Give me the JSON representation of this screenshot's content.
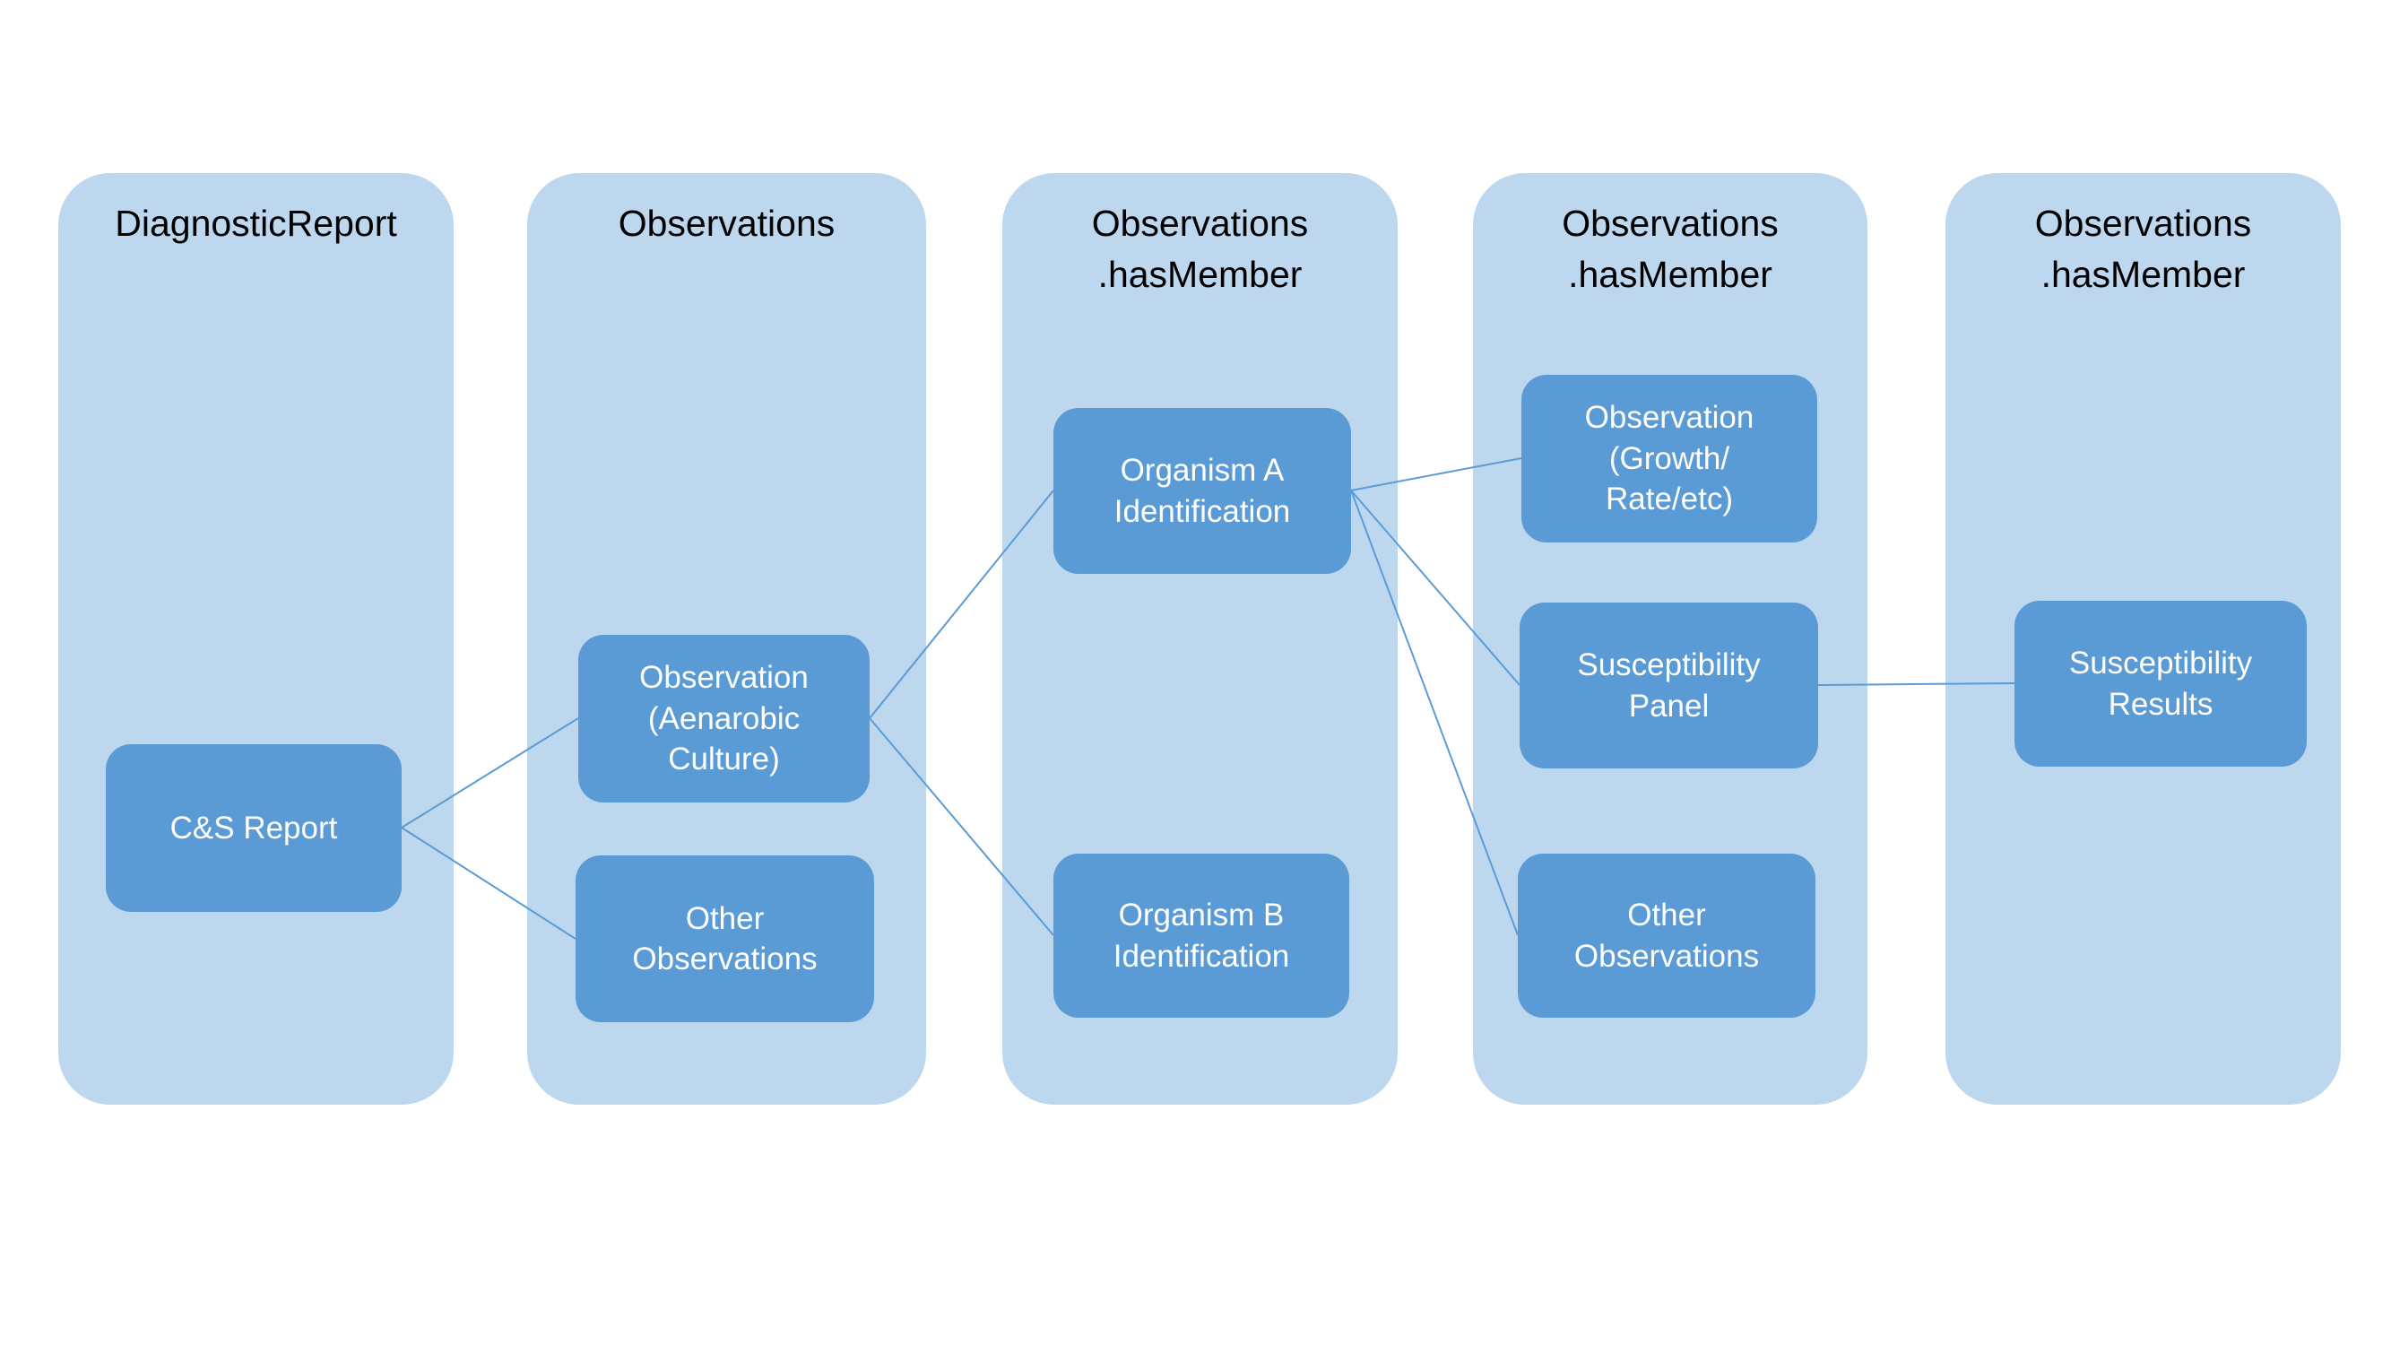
{
  "diagram": {
    "colors": {
      "background": "#FFFFFF",
      "container": "#BDD7EE",
      "box": "#5B9BD5",
      "line": "#5B9BD5",
      "title_text": "#000000",
      "box_text": "#FFFFFF"
    },
    "columns": [
      {
        "id": "diagnostic-report",
        "title": "DiagnosticReport",
        "boxes": [
          {
            "id": "cs-report",
            "label": "C&S Report"
          }
        ]
      },
      {
        "id": "observations",
        "title": "Observations",
        "boxes": [
          {
            "id": "obs-aenarobic-culture",
            "label": "Observation\n(Aenarobic\nCulture)"
          },
          {
            "id": "other-observations-1",
            "label": "Other\nObservations"
          }
        ]
      },
      {
        "id": "observations-hasmember-1",
        "title": "Observations\n.hasMember",
        "boxes": [
          {
            "id": "organism-a-identification",
            "label": "Organism A\nIdentification"
          },
          {
            "id": "organism-b-identification",
            "label": "Organism B\nIdentification"
          }
        ]
      },
      {
        "id": "observations-hasmember-2",
        "title": "Observations\n.hasMember",
        "boxes": [
          {
            "id": "obs-growth-rate",
            "label": "Observation\n(Growth/\nRate/etc)"
          },
          {
            "id": "susceptibility-panel",
            "label": "Susceptibility\nPanel"
          },
          {
            "id": "other-observations-2",
            "label": "Other\nObservations"
          }
        ]
      },
      {
        "id": "observations-hasmember-3",
        "title": "Observations\n.hasMember",
        "boxes": [
          {
            "id": "susceptibility-results",
            "label": "Susceptibility\nResults"
          }
        ]
      }
    ],
    "connections": [
      {
        "from": "cs-report",
        "to": "obs-aenarobic-culture"
      },
      {
        "from": "cs-report",
        "to": "other-observations-1"
      },
      {
        "from": "obs-aenarobic-culture",
        "to": "organism-a-identification"
      },
      {
        "from": "obs-aenarobic-culture",
        "to": "organism-b-identification"
      },
      {
        "from": "organism-a-identification",
        "to": "obs-growth-rate"
      },
      {
        "from": "organism-a-identification",
        "to": "susceptibility-panel"
      },
      {
        "from": "organism-a-identification",
        "to": "other-observations-2"
      },
      {
        "from": "susceptibility-panel",
        "to": "susceptibility-results"
      }
    ]
  }
}
